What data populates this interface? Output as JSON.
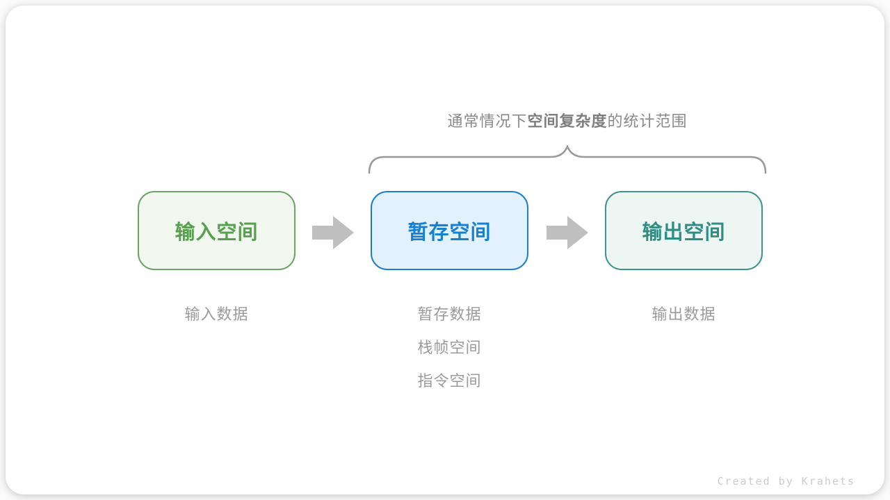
{
  "caption": {
    "prefix": "通常情况下",
    "bold": "空间复杂度",
    "suffix": "的统计范围"
  },
  "boxes": [
    {
      "label": "输入空间",
      "border": "#6aa563",
      "bg": "#f2f8f0",
      "text_color": "#56a04e"
    },
    {
      "label": "暂存空间",
      "border": "#1e7dc8",
      "bg": "#e3f1fc",
      "text_color": "#1681d2"
    },
    {
      "label": "输出空间",
      "border": "#3f948a",
      "bg": "#eef6f3",
      "text_color": "#2f8d82"
    }
  ],
  "annotations": [
    {
      "lines": [
        "输入数据"
      ]
    },
    {
      "lines": [
        "暂存数据",
        "栈帧空间",
        "指令空间"
      ]
    },
    {
      "lines": [
        "输出数据"
      ]
    }
  ],
  "icons": {
    "arrow": "right-block-arrow",
    "brace": "horizontal-curly-brace"
  },
  "colors": {
    "caption_text": "#898989",
    "annotation_text": "#9a9a9a",
    "brace_stroke": "#999999",
    "arrow_fill": "#bfbfbf",
    "credit_text": "#cbcbcb",
    "card_bg": "#ffffff"
  },
  "credit": "Created by Krahets"
}
